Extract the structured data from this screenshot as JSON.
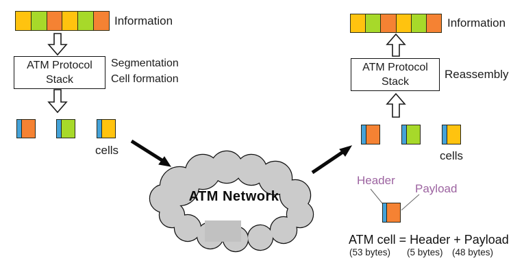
{
  "palette": {
    "yellow": "#FFC30F",
    "green": "#A7D92A",
    "orange": "#F58233",
    "blue": "#44A2D8",
    "cloud_gray": "#CBCBCB",
    "watermark_gray": "#C1C1C1",
    "purple": "#9C63A0"
  },
  "sender": {
    "information_label": "Information",
    "info_colors": [
      "#FFC30F",
      "#A7D92A",
      "#F58233",
      "#FFC30F",
      "#A7D92A",
      "#F58233"
    ],
    "stack_line1": "ATM Protocol",
    "stack_line2": "Stack",
    "process_line1": "Segmentation",
    "process_line2": "Cell formation",
    "cells_label": "cells",
    "cell_colors": [
      "#F58233",
      "#A7D92A",
      "#FFC30F"
    ]
  },
  "receiver": {
    "information_label": "Information",
    "info_colors": [
      "#FFC30F",
      "#A7D92A",
      "#F58233",
      "#FFC30F",
      "#A7D92A",
      "#F58233"
    ],
    "stack_line1": "ATM Protocol",
    "stack_line2": "Stack",
    "process_label": "Reassembly",
    "cells_label": "cells",
    "cell_colors": [
      "#F58233",
      "#A7D92A",
      "#FFC30F"
    ]
  },
  "network": {
    "label": "ATM Network"
  },
  "anatomy": {
    "header_label": "Header",
    "payload_label": "Payload",
    "header_color": "#44A2D8",
    "payload_color": "#F58233",
    "formula": "ATM cell = Header + Payload",
    "total_size": "(53 bytes)",
    "header_size": "(5 bytes)",
    "payload_size": "(48 bytes)"
  }
}
